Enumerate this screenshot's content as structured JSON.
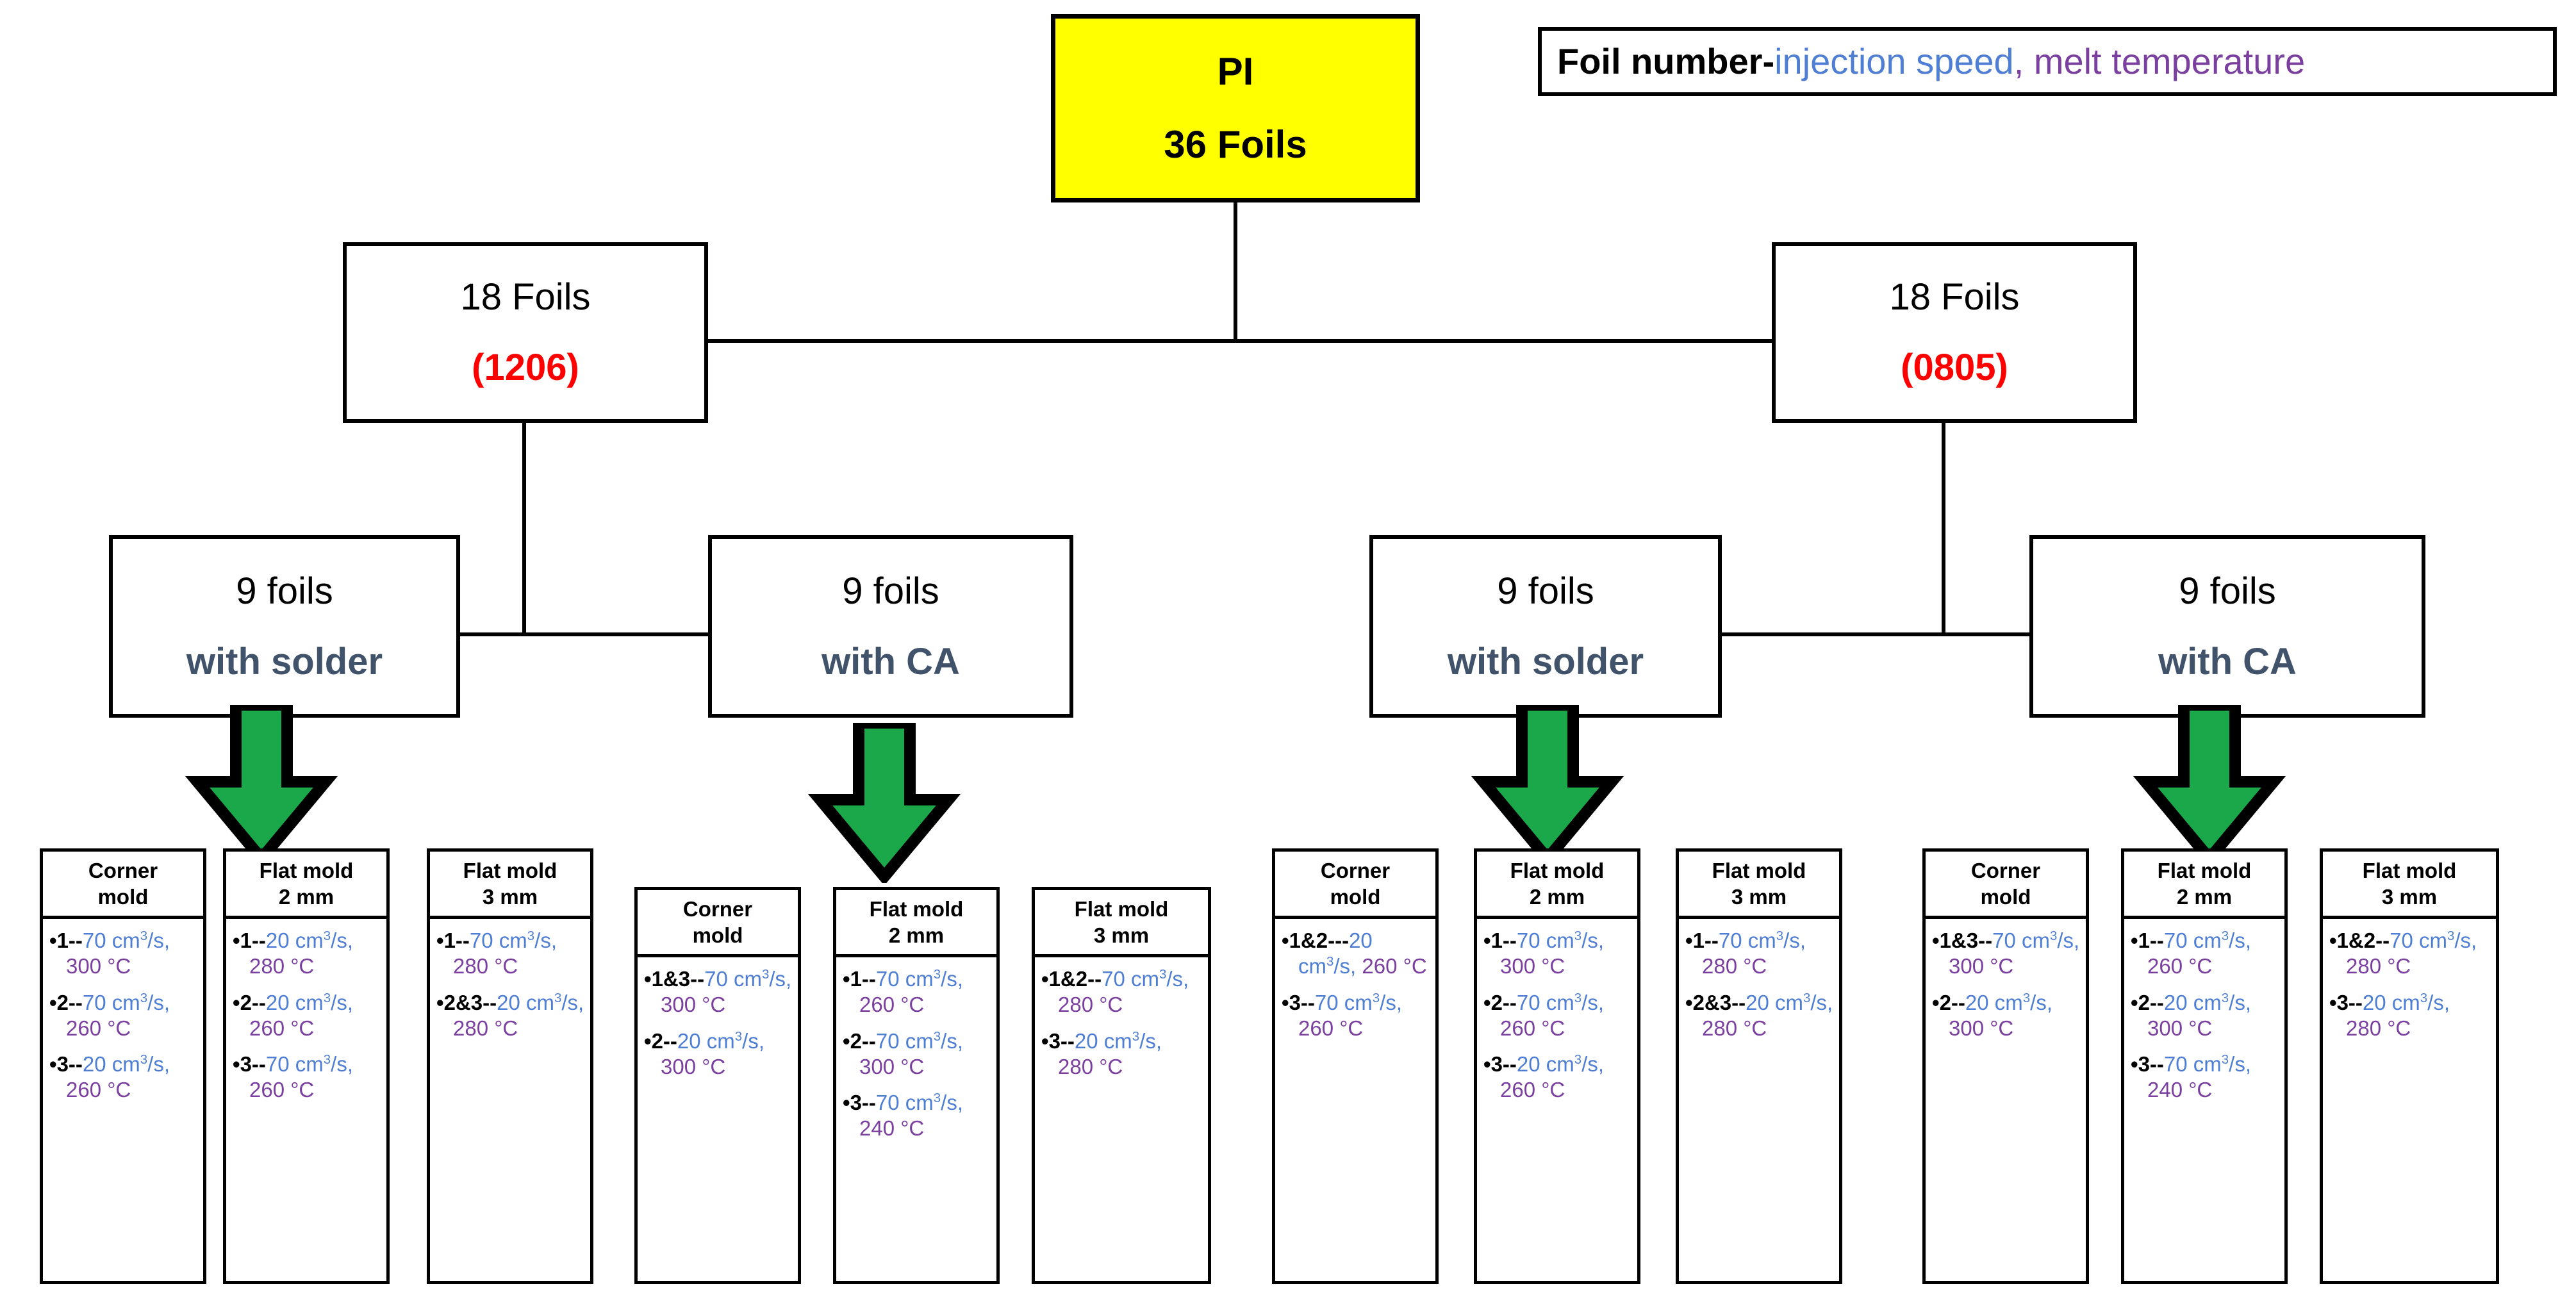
{
  "colors": {
    "root_fill": "#ffff00",
    "accent_red": "#ff0000",
    "speed_blue": "#4f7fd4",
    "temp_purple": "#7b3fa0",
    "adhesive_slate": "#41536a",
    "arrow_green": "#1aa84a",
    "outline_black": "#000000"
  },
  "legend": {
    "part_a": "Foil number-",
    "part_b": "injection speed",
    "part_c": ", melt temperature"
  },
  "root": {
    "line1": "PI",
    "line2": "36 Foils"
  },
  "level2": [
    {
      "line1": "18 Foils",
      "line2": "(1206)"
    },
    {
      "line1": "18 Foils",
      "line2": "(0805)"
    }
  ],
  "level3": [
    {
      "line1": "9 foils",
      "line2": "with solder"
    },
    {
      "line1": "9 foils",
      "line2": "with CA"
    },
    {
      "line1": "9 foils",
      "line2": "with solder"
    },
    {
      "line1": "9 foils",
      "line2": "with CA"
    }
  ],
  "units": {
    "speed": "cm",
    "speed_exp": "3",
    "speed_rest": "/s, ",
    "temp_unit": "°C"
  },
  "groups": [
    {
      "id": "g1-1206-solder",
      "cards": [
        {
          "head_line1": "Corner",
          "head_line2": "mold",
          "items": [
            {
              "label": "1--",
              "speed": "70",
              "temp": "300"
            },
            {
              "label": "2--",
              "speed": "70",
              "temp": "260"
            },
            {
              "label": "3--",
              "speed": "20",
              "temp": "260"
            }
          ]
        },
        {
          "head_line1": "Flat mold",
          "head_line2": "2 mm",
          "items": [
            {
              "label": "1--",
              "speed": "20",
              "temp": "280"
            },
            {
              "label": "2--",
              "speed": "20",
              "temp": "260"
            },
            {
              "label": "3--",
              "speed": "70",
              "temp": "260"
            }
          ]
        },
        {
          "head_line1": "Flat mold",
          "head_line2": "3 mm",
          "items": [
            {
              "label": "1--",
              "speed": "70",
              "temp": "280"
            },
            {
              "label": "2&3--",
              "speed": "20",
              "temp": "280"
            }
          ]
        }
      ]
    },
    {
      "id": "g2-1206-ca",
      "cards": [
        {
          "head_line1": "Corner",
          "head_line2": "mold",
          "items": [
            {
              "label": "1&3--",
              "speed": "70",
              "temp": "300"
            },
            {
              "label": "2--",
              "speed": "20",
              "temp": "300"
            }
          ]
        },
        {
          "head_line1": "Flat mold",
          "head_line2": "2 mm",
          "items": [
            {
              "label": "1--",
              "speed": "70",
              "temp": "260"
            },
            {
              "label": "2--",
              "speed": "70",
              "temp": "300"
            },
            {
              "label": "3--",
              "speed": "70",
              "temp": "240"
            }
          ]
        },
        {
          "head_line1": "Flat mold",
          "head_line2": "3 mm",
          "items": [
            {
              "label": "1&2--",
              "speed": "70",
              "temp": "280"
            },
            {
              "label": "3--",
              "speed": "20",
              "temp": "280"
            }
          ]
        }
      ]
    },
    {
      "id": "g3-0805-solder",
      "cards": [
        {
          "head_line1": "Corner",
          "head_line2": "mold",
          "items": [
            {
              "label": "1&2---",
              "speed": "20",
              "temp": "260"
            },
            {
              "label": "3--",
              "speed": "70",
              "temp": "260"
            }
          ]
        },
        {
          "head_line1": "Flat mold",
          "head_line2": "2 mm",
          "items": [
            {
              "label": "1--",
              "speed": "70",
              "temp": "300"
            },
            {
              "label": "2--",
              "speed": "70",
              "temp": "260"
            },
            {
              "label": "3--",
              "speed": "20",
              "temp": "260"
            }
          ]
        },
        {
          "head_line1": "Flat mold",
          "head_line2": "3 mm",
          "items": [
            {
              "label": "1--",
              "speed": "70",
              "temp": "280"
            },
            {
              "label": "2&3--",
              "speed": "20",
              "temp": "280"
            }
          ]
        }
      ]
    },
    {
      "id": "g4-0805-ca",
      "cards": [
        {
          "head_line1": "Corner",
          "head_line2": "mold",
          "items": [
            {
              "label": "1&3--",
              "speed": "70",
              "temp": "300"
            },
            {
              "label": "2--",
              "speed": "20",
              "temp": "300"
            }
          ]
        },
        {
          "head_line1": "Flat mold",
          "head_line2": "2 mm",
          "items": [
            {
              "label": "1--",
              "speed": "70",
              "temp": "260"
            },
            {
              "label": "2--",
              "speed": "20",
              "temp": "300"
            },
            {
              "label": "3--",
              "speed": "70",
              "temp": "240"
            }
          ]
        },
        {
          "head_line1": "Flat mold",
          "head_line2": "3 mm",
          "items": [
            {
              "label": "1&2--",
              "speed": "70",
              "temp": "280"
            },
            {
              "label": "3--",
              "speed": "20",
              "temp": "280"
            }
          ]
        }
      ]
    }
  ]
}
